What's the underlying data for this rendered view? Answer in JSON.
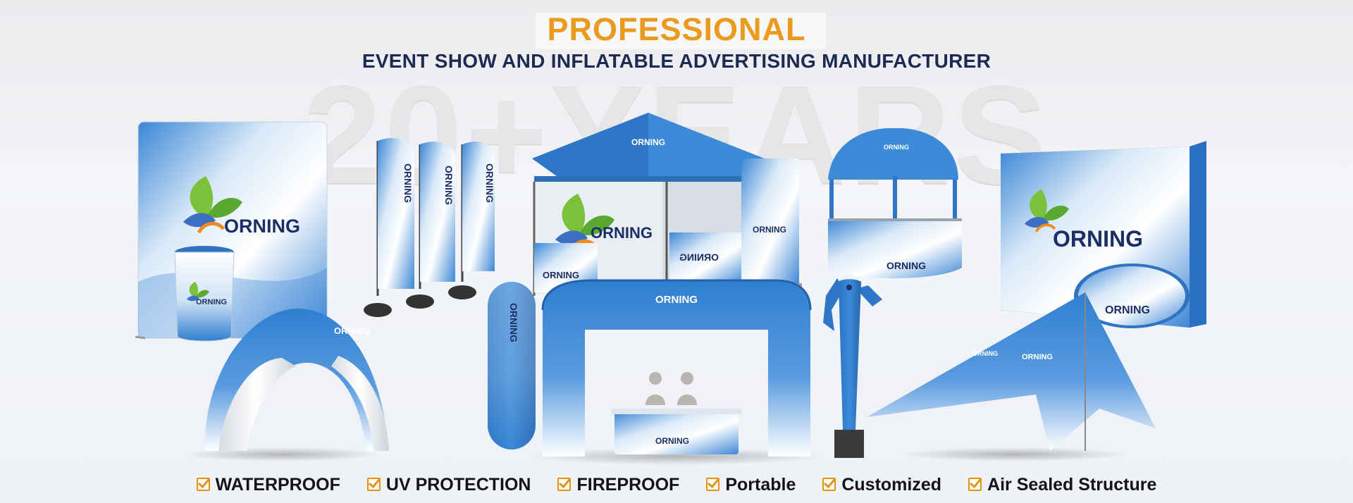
{
  "header": {
    "title": "PROFESSIONAL",
    "subtitle": "EVENT SHOW AND INFLATABLE ADVERTISING MANUFACTURER",
    "watermark": "20+YEARS"
  },
  "brand": {
    "logo_text": "ORNING",
    "logo_text_mirrored": "ORNING"
  },
  "colors": {
    "title": "#ea9a1e",
    "subtitle": "#1d2a52",
    "product_blue": "#2f7fd0",
    "check": "#e59212",
    "leaf_green": "#7cc13a",
    "leaf_orange": "#f08a1c"
  },
  "products": [
    "straight-backdrop-wall-icon",
    "counter-podium-icon",
    "feather-flag-icon",
    "folding-tent-icon",
    "roll-up-banner-icon",
    "dome-kiosk-tent-icon",
    "fabric-light-box-icon",
    "pop-up-a-frame-banner-icon",
    "spider-tent-icon",
    "inflatable-column-icon",
    "inflatable-arch-icon",
    "reception-table-icon",
    "sky-dancer-icon",
    "star-shade-tent-icon"
  ],
  "features": [
    {
      "label": "WATERPROOF"
    },
    {
      "label": "UV PROTECTION"
    },
    {
      "label": "FIREPROOF"
    },
    {
      "label": "Portable"
    },
    {
      "label": "Customized"
    },
    {
      "label": "Air Sealed Structure"
    }
  ]
}
